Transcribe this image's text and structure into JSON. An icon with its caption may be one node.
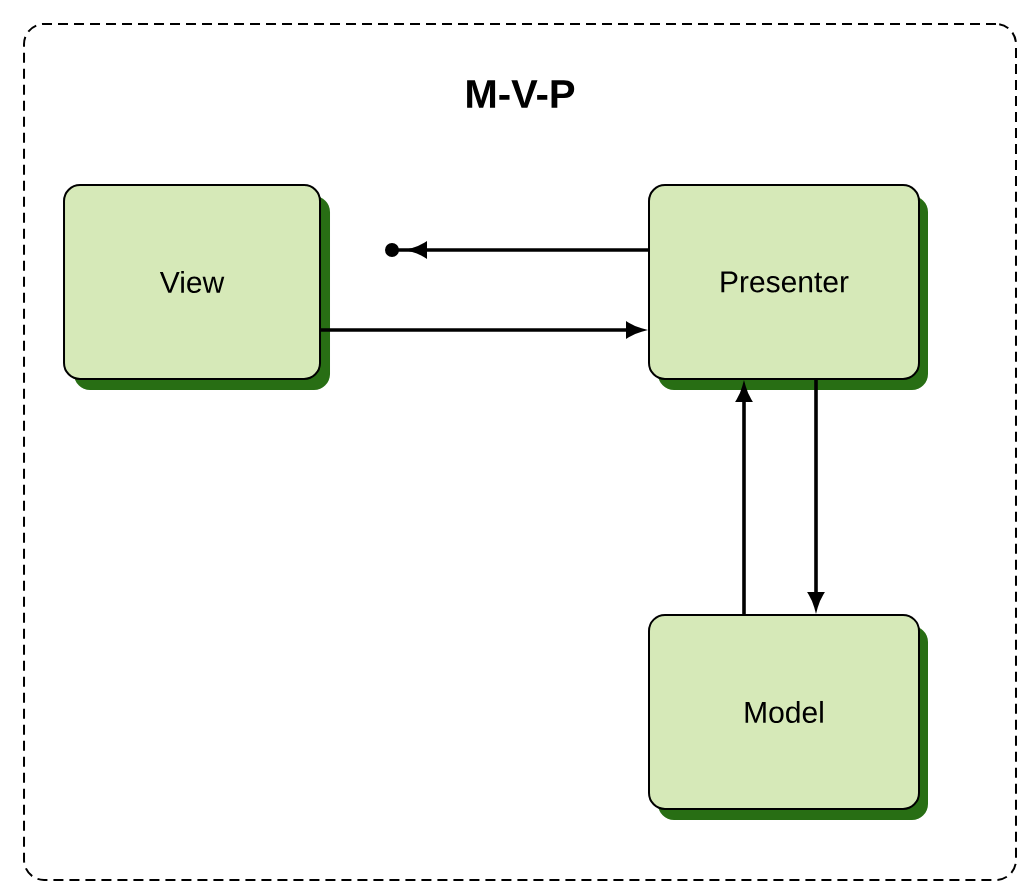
{
  "diagram": {
    "nodes": [
      {
        "text": [
          "M-V-P"
        ]
      },
      {
        "text": [
          "View"
        ],
        "in": 0
      },
      {
        "text": [
          "Presenter"
        ],
        "in": 0
      },
      {
        "text": [
          "Model"
        ],
        "in": 0
      }
    ],
    "edges": [
      {
        "from": 2,
        "to": 1,
        "arrow": "to"
      },
      {
        "from": 1,
        "to": 2,
        "arrow": "to"
      },
      {
        "from": 3,
        "to": 2,
        "arrow": "to"
      },
      {
        "from": 2,
        "to": 3,
        "arrow": "to"
      }
    ]
  }
}
